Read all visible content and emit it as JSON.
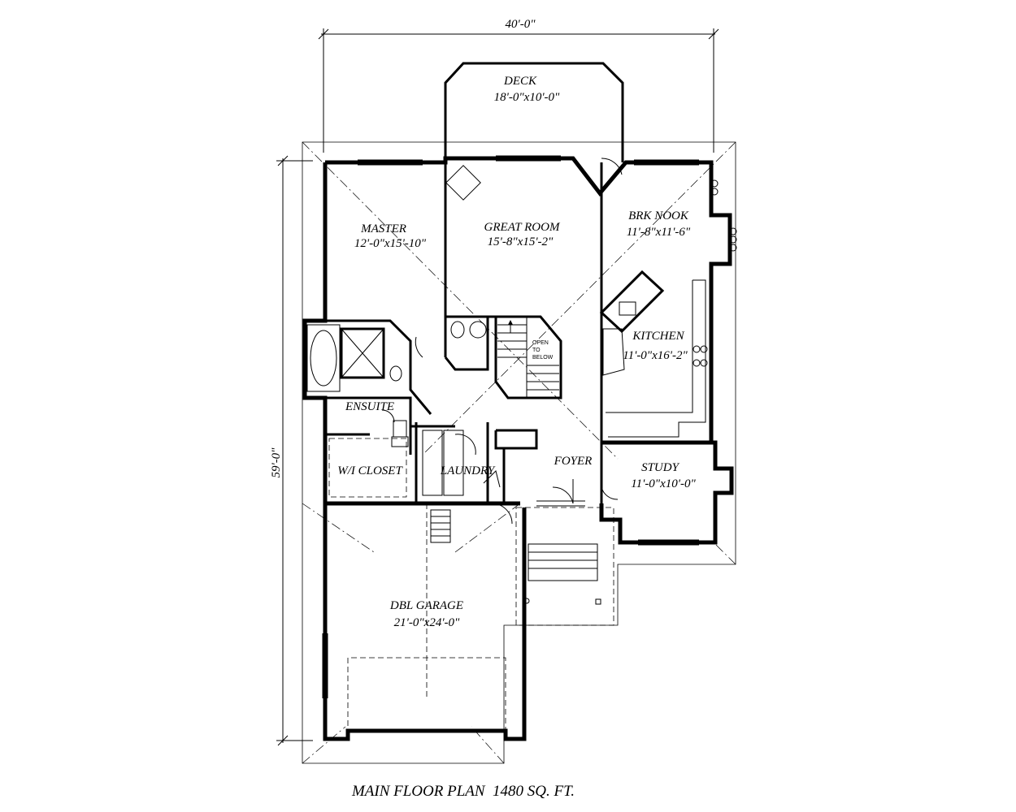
{
  "dimensions": {
    "width": "40'-0\"",
    "depth": "59'-0\""
  },
  "rooms": {
    "deck": {
      "name": "DECK",
      "size": "18'-0\"x10'-0\""
    },
    "master": {
      "name": "MASTER",
      "size": "12'-0\"x15'-10\""
    },
    "great_room": {
      "name": "GREAT ROOM",
      "size": "15'-8\"x15'-2\""
    },
    "brk_nook": {
      "name": "BRK NOOK",
      "size": "11'-8\"x11'-6\""
    },
    "kitchen": {
      "name": "KITCHEN",
      "size": "11'-0\"x16'-2\""
    },
    "ensuite": {
      "name": "ENSUITE"
    },
    "wi_closet": {
      "name": "W/I CLOSET"
    },
    "laundry": {
      "name": "LAUNDRY"
    },
    "foyer": {
      "name": "FOYER"
    },
    "study": {
      "name": "STUDY",
      "size": "11'-0\"x10'-0\""
    },
    "garage": {
      "name": "DBL GARAGE",
      "size": "21'-0\"x24'-0\""
    }
  },
  "stair_note": [
    "OPEN",
    "TO",
    "BELOW"
  ],
  "caption": "MAIN FLOOR PLAN  1480 SQ. FT."
}
